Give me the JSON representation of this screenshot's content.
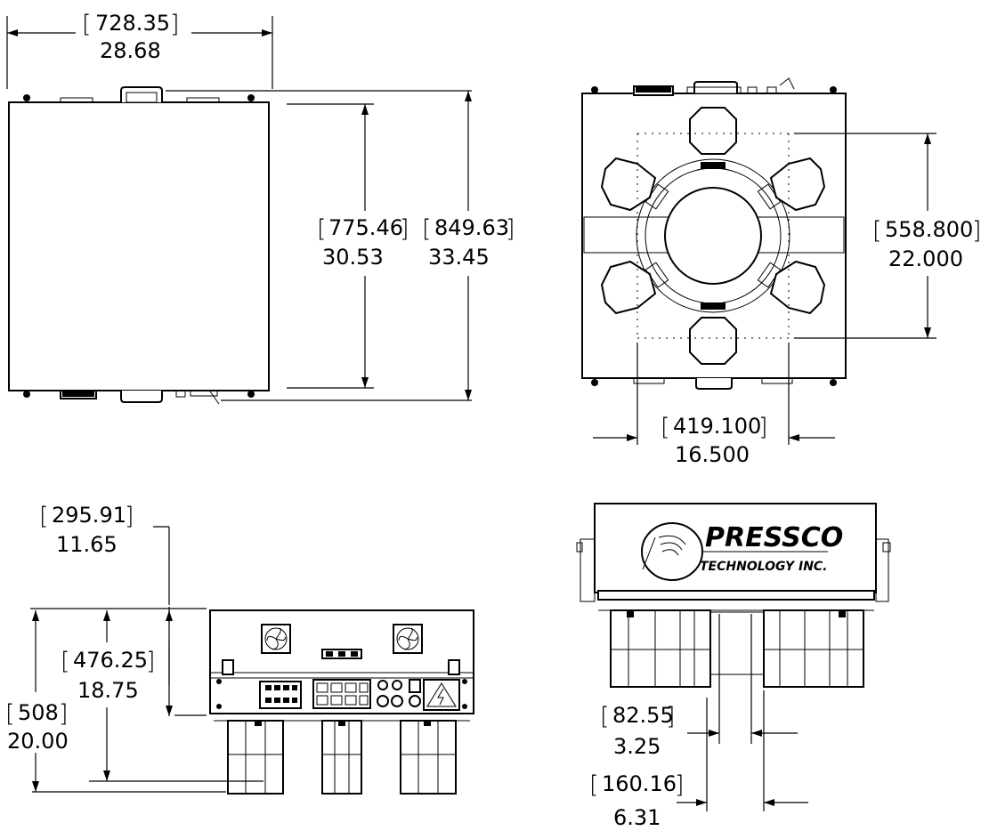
{
  "views": {
    "top": {
      "width_mm": "728.35",
      "width_in": "28.68",
      "inner_mm": "775.46",
      "inner_in": "30.53",
      "outer_mm": "849.63",
      "outer_in": "33.45"
    },
    "bottom": {
      "span_mm": "558.800",
      "span_in": "22.000",
      "horiz_mm": "419.100",
      "horiz_in": "16.500"
    },
    "front": {
      "top_mm": "295.91",
      "top_in": "11.65",
      "mid_mm": "476.25",
      "mid_in": "18.75",
      "total_mm": "508",
      "total_in": "20.00"
    },
    "side": {
      "gap_mm": "82.55",
      "gap_in": "3.25",
      "wide_mm": "160.16",
      "wide_in": "6.31",
      "logo_name": "PRESSCO",
      "logo_sub": "TECHNOLOGY INC."
    }
  },
  "icons": [
    "fan-icon",
    "high-voltage-warning-icon",
    "pressco-logo"
  ]
}
